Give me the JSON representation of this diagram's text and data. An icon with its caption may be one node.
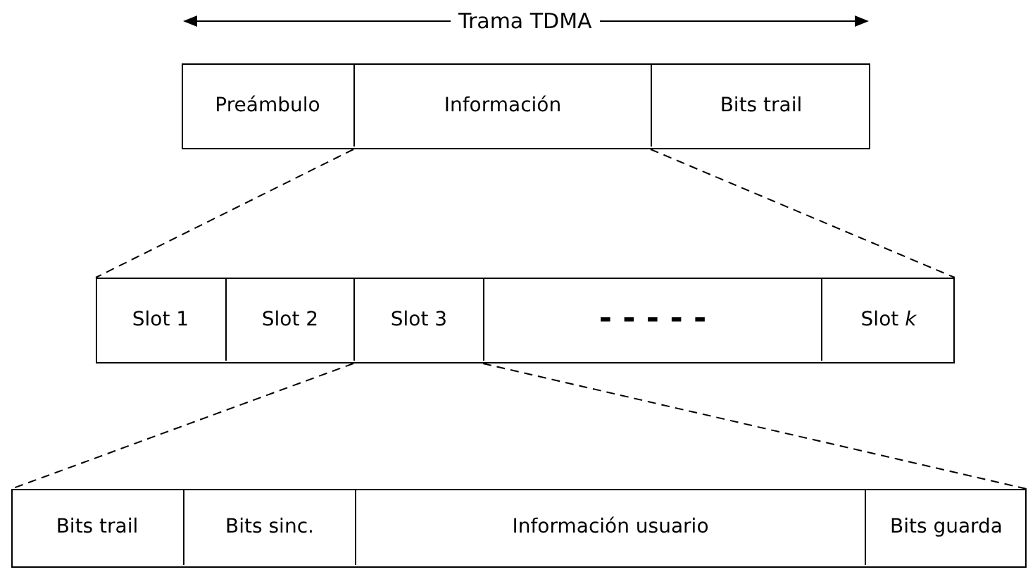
{
  "diagram": {
    "nodes": [
      {
        "text": [],
        "shape": "box"
      },
      {
        "text": [
          "Preámbulo"
        ],
        "in": 0
      },
      {
        "text": [
          "Información"
        ],
        "in": 0
      },
      {
        "text": [
          "Bits trail"
        ],
        "in": 0
      },
      {
        "text": [],
        "shape": "box"
      },
      {
        "text": [
          "Slot 1"
        ],
        "in": 4
      },
      {
        "text": [
          "Slot 2"
        ],
        "in": 4
      },
      {
        "text": [
          "Slot 3"
        ],
        "in": 4
      },
      {
        "text": [
          "- - - - -"
        ],
        "in": 4
      },
      {
        "text": [
          "Slot *k*"
        ],
        "in": 4
      },
      {
        "text": [],
        "shape": "box"
      },
      {
        "text": [
          "Bits trail"
        ],
        "in": 10
      },
      {
        "text": [
          "Bits sinc."
        ],
        "in": 10
      },
      {
        "text": [
          "Información usuario"
        ],
        "in": 10
      },
      {
        "text": [
          "Bits guarda"
        ],
        "in": 10
      }
    ],
    "edges": [
      {
        "from": 2,
        "to": 4,
        "arrow": "none",
        "style": "dashed"
      },
      {
        "from": 2,
        "to": 4,
        "arrow": "none",
        "style": "dashed"
      },
      {
        "from": 7,
        "to": 10,
        "arrow": "none",
        "style": "dashed"
      },
      {
        "from": 7,
        "to": 10,
        "arrow": "none",
        "style": "dashed"
      }
    ],
    "labels": [
      "Trama TDMA"
    ]
  }
}
